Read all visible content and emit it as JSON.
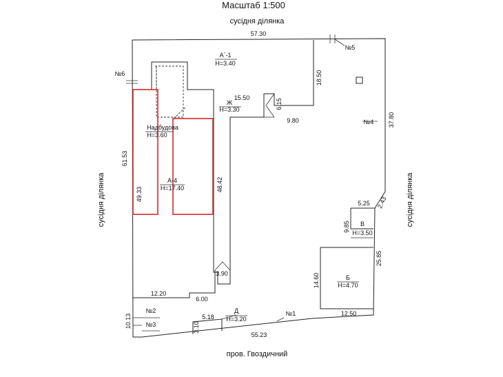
{
  "title": "Масштаб  1:500",
  "labels": {
    "neighbor_top": "сусідня ділянка",
    "neighbor_left": "сусідня ділянка",
    "neighbor_right": "сусідня ділянка",
    "street": "пров. Гвоздичний"
  },
  "buildings": {
    "a1_name": "А`-1",
    "a1_height": "Н=3.40",
    "zh_name": "Ж",
    "zh_height": "Н=3.30",
    "nadbudova_name": "Надбудова",
    "nadbudova_height": "Н=3.60",
    "a4_name": "А-4",
    "a4_height": "Н=17.40",
    "v_name": "В",
    "v_height": "Н=3.50",
    "b_name": "Б",
    "b_height": "Н=4.70",
    "d_name": "Д",
    "d_height": "Н=3.20"
  },
  "dimensions": {
    "top": "57.30",
    "right_top": "18.50",
    "zh_top": "15.50",
    "zh_right": "6.15",
    "zh_bottom": "9.80",
    "right_side": "37.80",
    "left_side": "61.53",
    "a4_left": "49.33",
    "zh_vertical": "48.42",
    "zh_foot": "3.90",
    "v_top": "5.25",
    "v_slant": "2.43",
    "v_left": "9.85",
    "right_lower": "25.85",
    "b_left": "14.60",
    "bottom_left": "12.20",
    "bottom_step": "6.00",
    "bottom_right": "12.50",
    "d_top": "5.18",
    "d_left": "3.10",
    "bottom_main": "55.23",
    "left_small": "10.13"
  },
  "points": {
    "p1": "№1",
    "p2": "№2",
    "p3": "№3",
    "p4": "№4",
    "p5": "№5",
    "p6": "№6"
  }
}
